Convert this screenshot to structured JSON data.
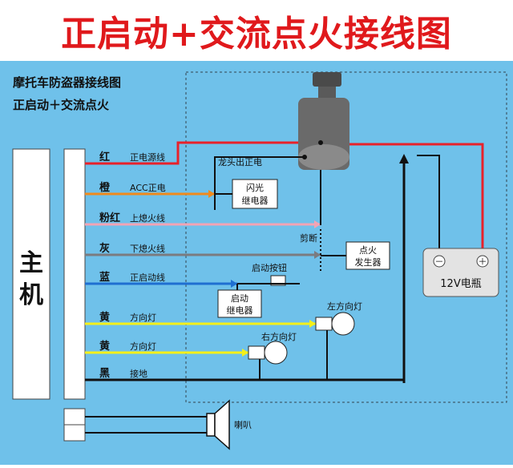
{
  "header": {
    "title": "正启动+交流点火接线图"
  },
  "diagram": {
    "subtitle_line1": "摩托车防盗器接线图",
    "subtitle_line2": "正启动＋交流点火",
    "host_label": "主\n机",
    "wires": [
      {
        "color_name": "红",
        "function": "正电源线",
        "color": "#e8212a"
      },
      {
        "color_name": "橙",
        "function": "ACC正电",
        "color": "#f08a1c"
      },
      {
        "color_name": "粉红",
        "function": "上熄火线",
        "color": "#f2a3b4"
      },
      {
        "color_name": "灰",
        "function": "下熄火线",
        "color": "#7b7b80"
      },
      {
        "color_name": "蓝",
        "function": "正启动线",
        "color": "#1f6fd1"
      },
      {
        "color_name": "黄",
        "function": "方向灯",
        "color": "#f4f01a"
      },
      {
        "color_name": "黄",
        "function": "方向灯",
        "color": "#f4f01a"
      },
      {
        "color_name": "黑",
        "function": "接地",
        "color": "#111111"
      }
    ],
    "components": {
      "lock_label": "龙头出正电",
      "flash_relay": "闪光\n继电器",
      "cut_label": "剪断",
      "igniter": "点火\n发生器",
      "start_button": "启动按钮",
      "start_relay": "启动\n继电器",
      "left_turn": "左方向灯",
      "right_turn": "右方向灯",
      "battery": "12V电瓶",
      "battery_neg": "－",
      "battery_pos": "＋",
      "horn": "喇叭"
    }
  }
}
